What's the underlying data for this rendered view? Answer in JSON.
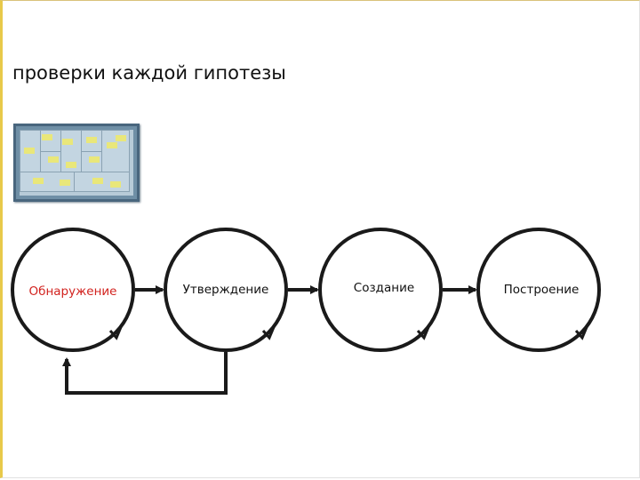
{
  "slide": {
    "title": "проверки каждой гипотезы"
  },
  "colors": {
    "accent_border": "#e8c94a",
    "highlight_text": "#d2231f",
    "ink": "#1a1a1a"
  },
  "stages": [
    {
      "label": "Обнаружение",
      "color": "#d2231f"
    },
    {
      "label": "Утверждение",
      "color": "#111111"
    },
    {
      "label": "Создание",
      "color": "#111111"
    },
    {
      "label": "Построение",
      "color": "#111111"
    }
  ]
}
